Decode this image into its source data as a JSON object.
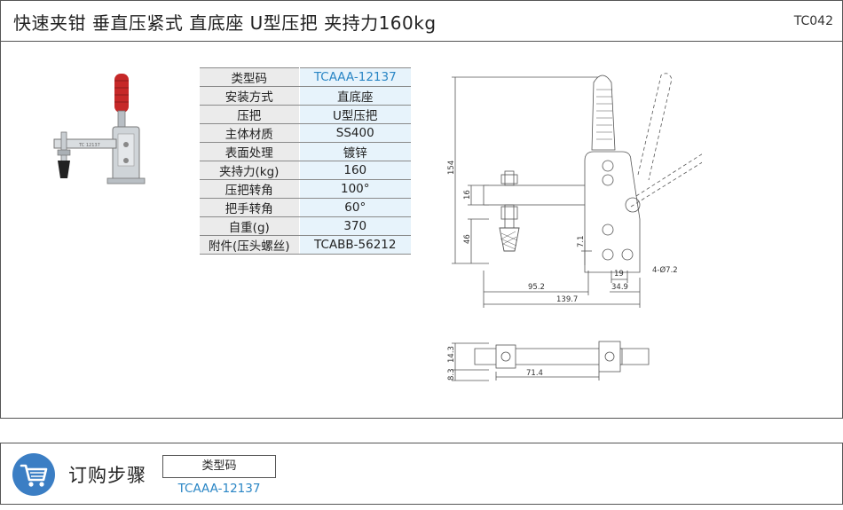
{
  "header": {
    "title": "快速夹钳 垂直压紧式 直底座 U型压把 夹持力160kg",
    "code": "TC042"
  },
  "spec_table": {
    "rows": [
      {
        "label": "类型码",
        "value": "TCAAA-12137"
      },
      {
        "label": "安装方式",
        "value": "直底座"
      },
      {
        "label": "压把",
        "value": "U型压把"
      },
      {
        "label": "主体材质",
        "value": "SS400"
      },
      {
        "label": "表面处理",
        "value": "镀锌"
      },
      {
        "label": "夹持力(kg)",
        "value": "160"
      },
      {
        "label": "压把转角",
        "value": "100°"
      },
      {
        "label": "把手转角",
        "value": "60°"
      },
      {
        "label": "自重(g)",
        "value": "370"
      },
      {
        "label": "附件(压头螺丝)",
        "value": "TCABB-56212"
      }
    ]
  },
  "drawing": {
    "dims": {
      "d154": "154",
      "d16": "16",
      "d46": "46",
      "d7_1": "7.1",
      "d19": "19",
      "d4_holes": "4-Ø7.2",
      "d95_2": "95.2",
      "d34_9": "34.9",
      "d139_7": "139.7",
      "d14_3": "14.3",
      "d8_3": "8.3",
      "d71_4": "71.4"
    }
  },
  "order": {
    "title": "订购步骤",
    "box_label": "类型码",
    "code": "TCAAA-12137"
  },
  "colors": {
    "accent_blue": "#2a86c5",
    "cart_bg": "#3b7ec4",
    "handle_red": "#c62828"
  },
  "icons": {
    "cart": "shopping-cart-icon"
  }
}
